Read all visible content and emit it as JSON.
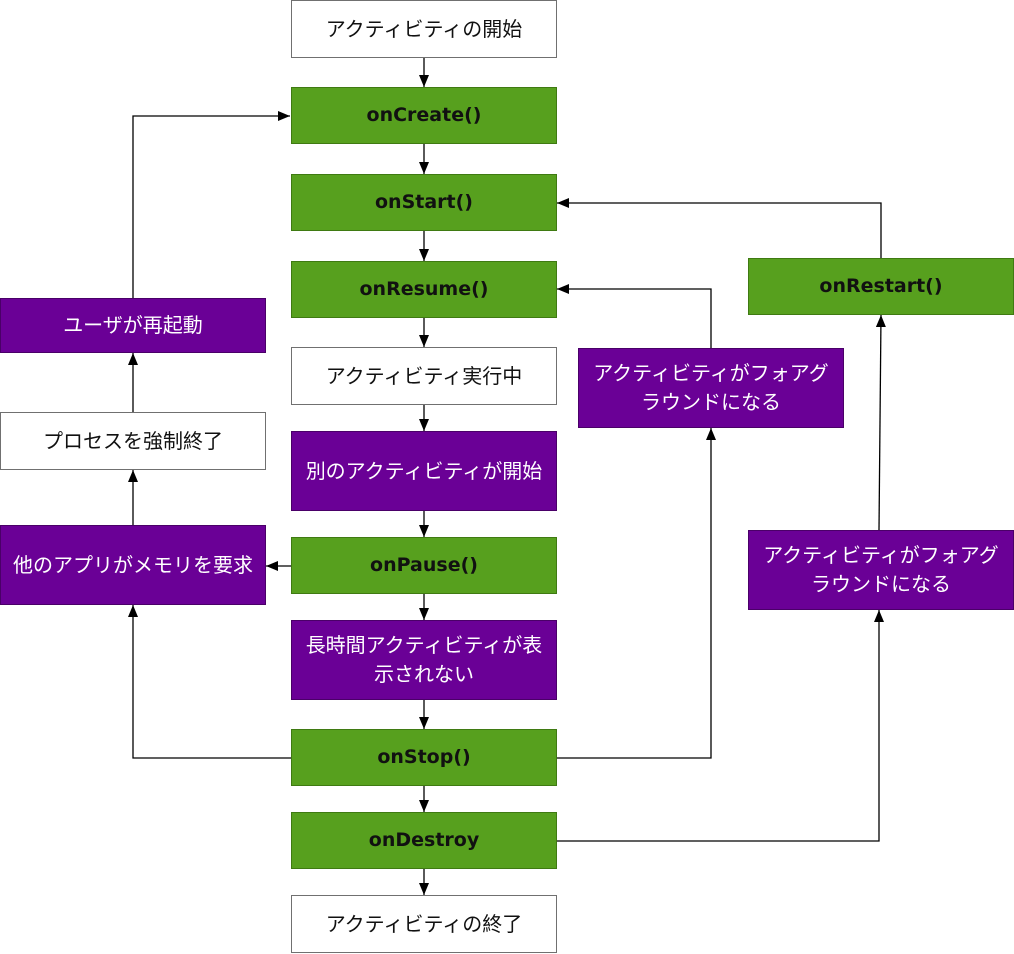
{
  "colors": {
    "lifecycle_method": "#57A01E",
    "event": "#6A0096",
    "state": "#ffffff",
    "edge": "#000000"
  },
  "nodes": {
    "activity_start": "アクティビティの開始",
    "on_create": "onCreate()",
    "on_start": "onStart()",
    "on_resume": "onResume()",
    "activity_running": "アクティビティ実行中",
    "other_activity_starts": "別のアクティビティが開始",
    "on_pause": "onPause()",
    "activity_not_visible": "長時間アクティビティが表示されない",
    "on_stop": "onStop()",
    "on_destroy": "onDestroy",
    "activity_end": "アクティビティの終了",
    "user_relaunch": "ユーザが再起動",
    "process_killed": "プロセスを強制終了",
    "memory_needed": "他のアプリがメモリを要求",
    "foreground_from_pause": "アクティビティがフォアグラウンドになる",
    "on_restart": "onRestart()",
    "foreground_from_stop": "アクティビティがフォアグラウンドになる"
  }
}
